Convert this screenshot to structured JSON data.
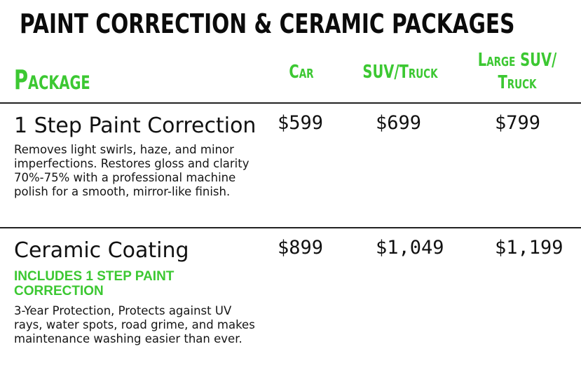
{
  "header": {
    "title": "PAINT CORRECTION & CERAMIC PACKAGES",
    "icon": "car-icon"
  },
  "columns": {
    "package": "Package",
    "car": "Car",
    "suv_truck": "SUV/Truck",
    "large_suv_truck": "Large SUV/ Truck"
  },
  "accent_color": "#3cc832",
  "packages": [
    {
      "name": "1 Step Paint Correction",
      "includes": "",
      "description": "Removes light swirls, haze, and minor imperfections. Restores gloss and clarity 70%-75% with a professional machine polish for a smooth, mirror-like finish.",
      "prices": {
        "car": "$599",
        "suv_truck": "$699",
        "large_suv_truck": "$799"
      }
    },
    {
      "name": "Ceramic Coating",
      "includes": "INCLUDES 1 STEP PAINT CORRECTION",
      "description": "3-Year Protection, Protects against UV rays, water spots, road grime, and makes maintenance washing easier than ever.",
      "prices": {
        "car": "$899",
        "suv_truck": "$1,049",
        "large_suv_truck": "$1,199"
      }
    }
  ]
}
